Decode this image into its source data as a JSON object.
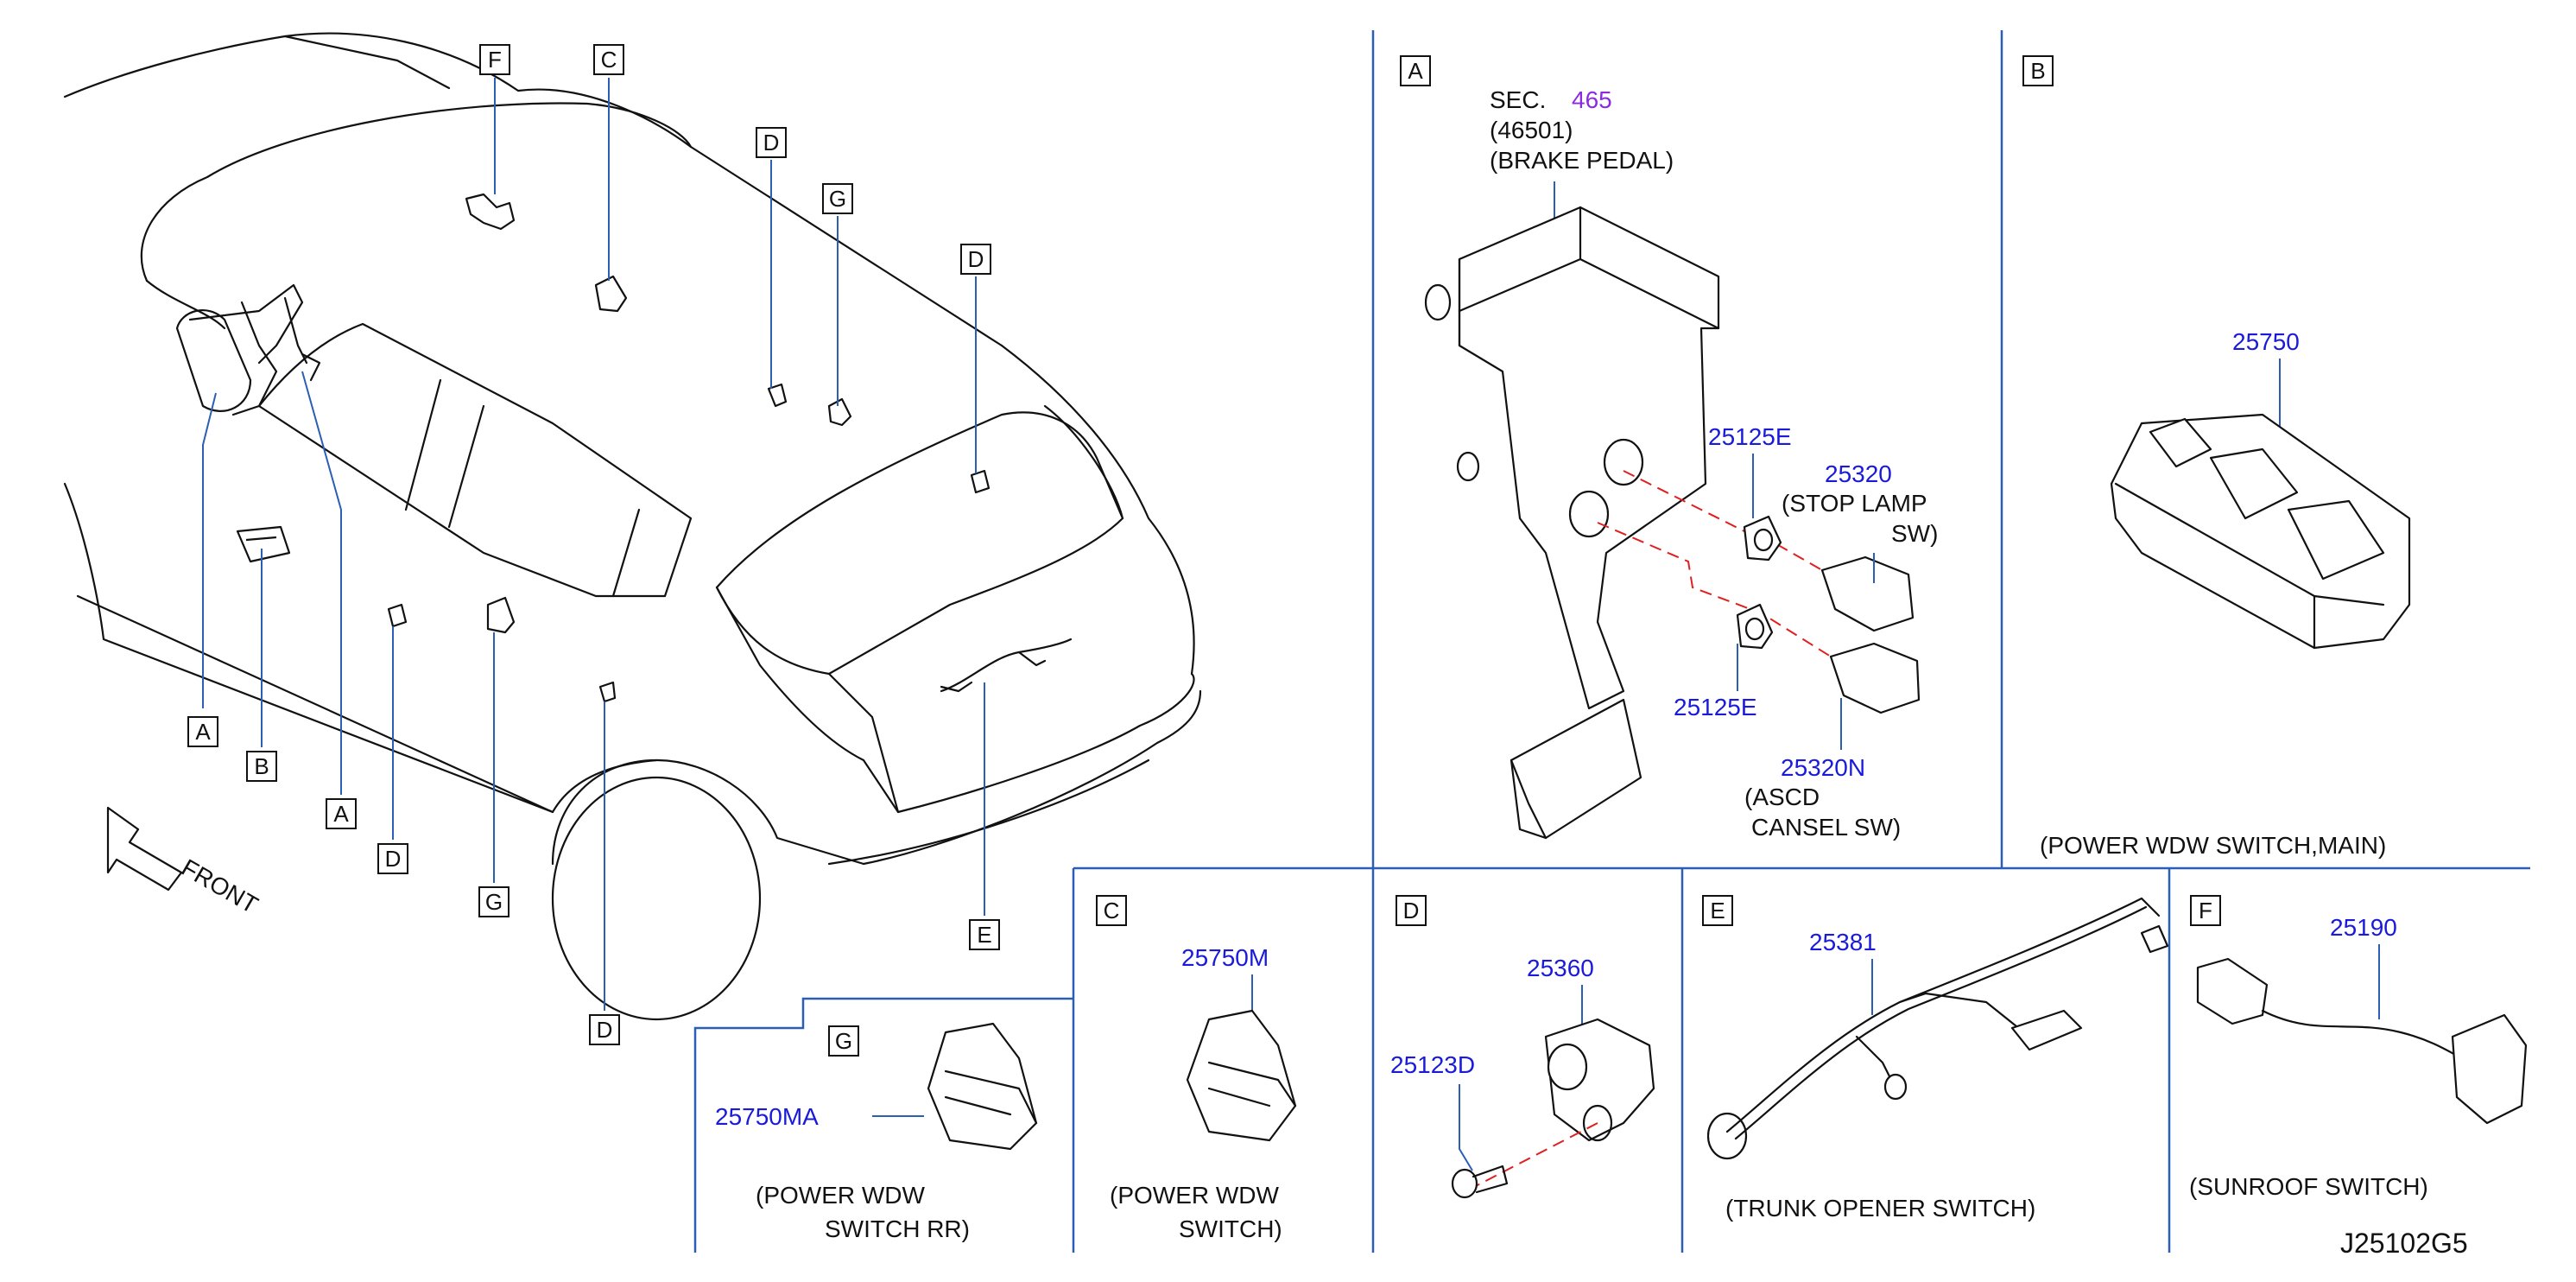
{
  "diagram_id": "J25102G5",
  "front_label": "FRONT",
  "overview_callouts": [
    "A",
    "B",
    "A",
    "D",
    "G",
    "D",
    "E",
    "F",
    "C",
    "D",
    "G",
    "D"
  ],
  "panel_a": {
    "letter": "A",
    "sec_prefix": "SEC.",
    "sec_number": "465",
    "sec_part": "(46501)",
    "sec_name": "(BRAKE   PEDAL)",
    "part_25125e_top": "25125E",
    "part_25125e_bottom": "25125E",
    "part_25320": "25320",
    "label_25320_l1": "(STOP   LAMP",
    "label_25320_l2": "SW)",
    "part_25320n": "25320N",
    "label_25320n_l1": "(ASCD",
    "label_25320n_l2": "CANSEL   SW)"
  },
  "panel_b": {
    "letter": "B",
    "part": "25750",
    "label": "(POWER   WDW   SWITCH,MAIN)"
  },
  "panel_c": {
    "letter": "C",
    "part": "25750M",
    "label_l1": "(POWER   WDW",
    "label_l2": "SWITCH)"
  },
  "panel_d": {
    "letter": "D",
    "part_a": "25360",
    "part_b": "25123D"
  },
  "panel_e": {
    "letter": "E",
    "part": "25381",
    "label": "(TRUNK   OPENER   SWITCH)"
  },
  "panel_f": {
    "letter": "F",
    "part": "25190",
    "label": "(SUNROOF   SWITCH)"
  },
  "panel_g": {
    "letter": "G",
    "part": "25750MA",
    "label_l1": "(POWER   WDW",
    "label_l2": "SWITCH   RR)"
  }
}
